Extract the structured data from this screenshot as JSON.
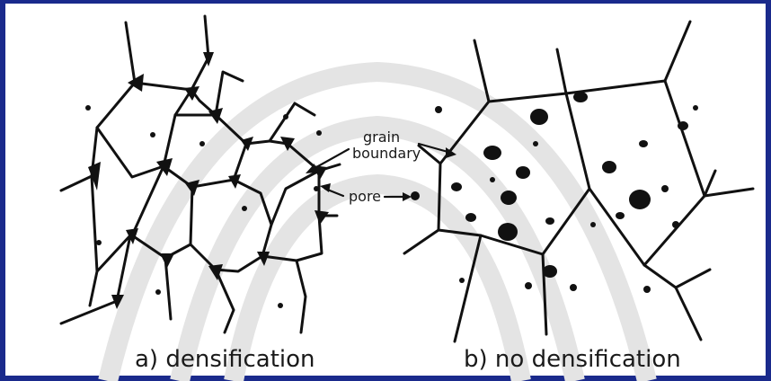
{
  "labels": {
    "grain": "grain",
    "boundary": "boundary",
    "pore": "pore"
  },
  "captions": {
    "a": "a)  densification",
    "b": "b)  no densification"
  },
  "colors": {
    "frame": "#1a2a8c",
    "ink": "#111111"
  }
}
